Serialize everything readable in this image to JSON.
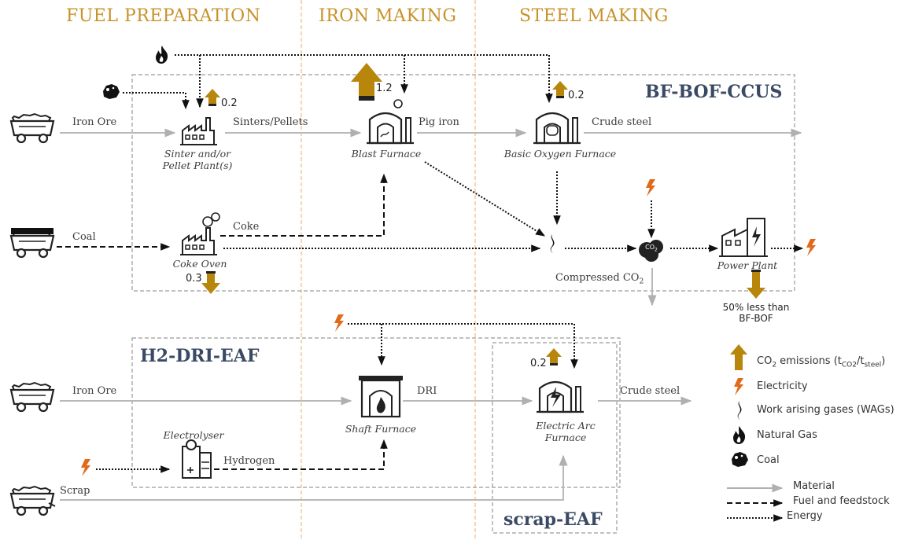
{
  "phases": {
    "fuel_preparation": "FUEL PREPARATION",
    "iron_making": "IRON MAKING",
    "steel_making": "STEEL MAKING"
  },
  "routes": {
    "bf_bof_ccus": "BF-BOF-CCUS",
    "h2_dri_eaf": "H2-DRI-EAF",
    "scrap_eaf": "scrap-EAF"
  },
  "flows": {
    "iron_ore_top": "Iron Ore",
    "sinters_pellets": "Sinters/Pellets",
    "pig_iron": "Pig iron",
    "crude_steel_top": "Crude steel",
    "coal": "Coal",
    "coke": "Coke",
    "compressed_co2": "Compressed CO",
    "compressed_co2_sub": "2",
    "iron_ore_bottom": "Iron Ore",
    "dri": "DRI",
    "crude_steel_bottom": "Crude steel",
    "hydrogen": "Hydrogen",
    "scrap": "Scrap"
  },
  "units": {
    "sinter_plant": [
      "Sinter and/or",
      "Pellet Plant(s)"
    ],
    "blast_furnace": "Blast Furnace",
    "bof": "Basic Oxygen Furnace",
    "coke_oven": "Coke Oven",
    "power_plant": "Power Plant",
    "electrolyser": "Electrolyser",
    "shaft_furnace": "Shaft Furnace",
    "eaf": [
      "Electric Arc",
      "Furnace"
    ],
    "co2_node": "CO",
    "co2_node_sub": "2"
  },
  "emissions": {
    "sinter": "0.2",
    "blast_furnace": "1.2",
    "bof": "0.2",
    "coke_oven": "0.3",
    "eaf": "0.2",
    "power_plant_note": [
      "50% less than",
      "BF-BOF"
    ]
  },
  "legend": {
    "co2": "CO",
    "co2_sub": "2",
    "co2_rest": " emissions (t",
    "co2_sub2": "CO2",
    "co2_slash": "/t",
    "co2_sub3": "steel",
    "co2_close": ")",
    "electricity": "Electricity",
    "wags": "Work arising gases (WAGs)",
    "natural_gas": "Natural Gas",
    "coal": "Coal",
    "material": "Material",
    "fuel": "Fuel and feedstock",
    "energy": "Energy"
  },
  "colors": {
    "phase": "#c8922a",
    "route": "#3a4a64",
    "emission_arrow": "#b8860b",
    "electricity": "#e06a1a",
    "material_line": "#b9b9b9",
    "divider": "#f0a868",
    "box": "#9a9a9a"
  }
}
